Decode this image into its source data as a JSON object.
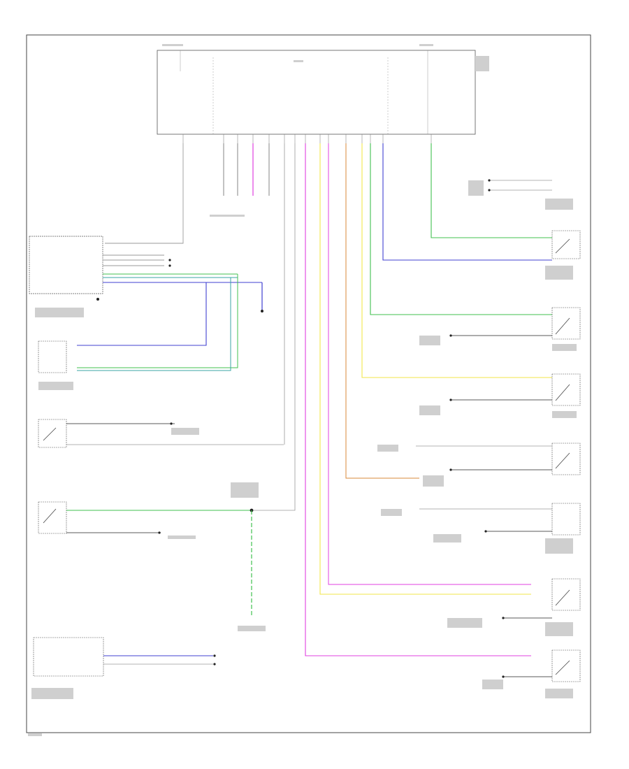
{
  "diagram": {
    "type": "wiring-schematic",
    "page_label": "",
    "modules": [
      {
        "id": "central-module",
        "label": ""
      },
      {
        "id": "left-module",
        "label": ""
      },
      {
        "id": "right-module",
        "label": ""
      }
    ],
    "wire_colors": {
      "gray": "#9a9a9a",
      "green": "#41c04f",
      "blue": "#4040d0",
      "yellow": "#f2e64a",
      "magenta": "#e040e0",
      "orange": "#d98a3a",
      "teal": "#3aa6a6",
      "black": "#222222"
    },
    "components": [
      {
        "id": "switch-r1",
        "label": ""
      },
      {
        "id": "switch-r2",
        "label": ""
      },
      {
        "id": "switch-r3",
        "label": ""
      },
      {
        "id": "switch-r4",
        "label": ""
      },
      {
        "id": "switch-r5",
        "label": ""
      },
      {
        "id": "switch-r6",
        "label": ""
      },
      {
        "id": "switch-r7",
        "label": ""
      },
      {
        "id": "switch-r8",
        "label": ""
      },
      {
        "id": "switch-l1",
        "label": ""
      },
      {
        "id": "switch-l2",
        "label": ""
      },
      {
        "id": "left-connector-block",
        "label": ""
      },
      {
        "id": "bottom-left-module",
        "label": ""
      }
    ]
  }
}
